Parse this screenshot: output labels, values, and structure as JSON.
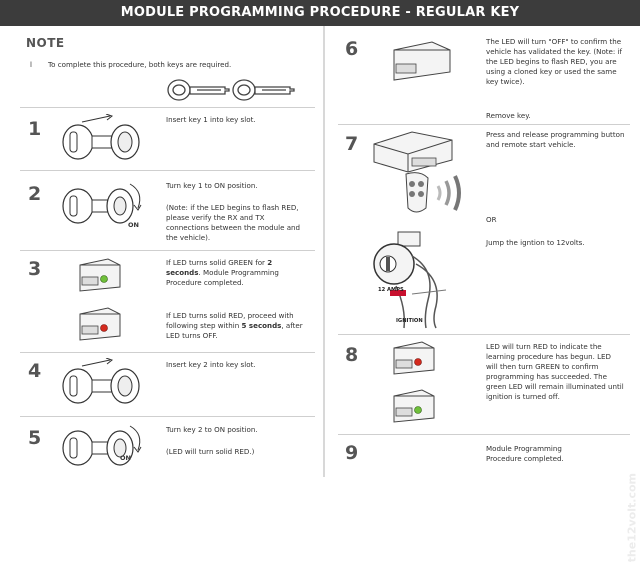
{
  "title": "MODULE PROGRAMMING PROCEDURE - REGULAR KEY",
  "note": {
    "heading": "NOTE",
    "bullet": "l",
    "text": "To complete this procedure, both keys are required."
  },
  "steps": [
    {
      "number": "1",
      "text": "Insert key 1 into key slot."
    },
    {
      "number": "2",
      "text": "Turn key 1 to ON position.",
      "note": "(Note: if the LED begins to flash RED, please verify the RX and TX connections between the module and the vehicle).",
      "label": "ON"
    },
    {
      "number": "3",
      "text_a_pre": "If LED turns solid GREEN for ",
      "text_a_bold": "2 seconds",
      "text_a_post": ". Module Programming Procedure completed.",
      "text_b_pre": "If LED turns solid RED, proceed with following step within ",
      "text_b_bold": "5 seconds",
      "text_b_post": ", after LED turns OFF."
    },
    {
      "number": "4",
      "text": "Insert key 2 into key slot."
    },
    {
      "number": "5",
      "text": "Turn key 2 to ON position.",
      "note": "(LED will turn solid RED.)",
      "label": "ON"
    },
    {
      "number": "6",
      "text": "The LED will turn \"OFF\" to confirm the vehicle has validated the key. (Note: if the LED begins to flash RED, you are using a cloned key or used the same key twice).",
      "remove": "Remove key."
    },
    {
      "number": "7",
      "text": "Press and release programming button and remote start vehicle.",
      "or": "OR",
      "alt": "Jump the igntion to 12volts.",
      "amps": "12 AMPS",
      "ignition": "IGNITION"
    },
    {
      "number": "8",
      "text": "LED will turn RED to indicate the learning procedure has begun. LED will then turn GREEN to confirm programming has succeeded. The green LED will remain illuminated until ignition is turned off."
    },
    {
      "number": "9",
      "text": "Module Programming Procedure completed."
    }
  ],
  "watermark": "the12volt.com",
  "colors": {
    "title_bg": "#3c3c3c",
    "led_green": "#6fbf3a",
    "led_red": "#d42a1e",
    "wire_red": "#c8102e"
  }
}
